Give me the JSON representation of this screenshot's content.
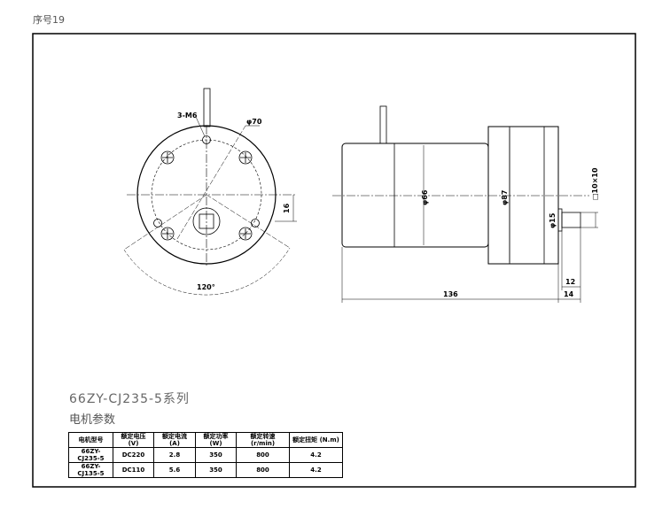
{
  "serial_label": "序号19",
  "series_title": "66ZY-CJ235-5系列",
  "params_title": "电机参数",
  "dimensions": {
    "front": {
      "holes": "3-M6",
      "bolt_circle": "φ70",
      "offset": "16",
      "angle": "120°"
    },
    "side": {
      "body_dia": "φ66",
      "gearbox_dia": "φ87",
      "shaft_square": "□10×10",
      "boss_dia": "φ15",
      "length": "136",
      "shaft_len": "12",
      "shaft_total": "14"
    }
  },
  "table": {
    "headers": [
      "电机型号",
      "额定电压 (V)",
      "额定电流 (A)",
      "额定功率 (W)",
      "额定转速 (r/min)",
      "额定扭矩 (N.m)"
    ],
    "rows": [
      [
        "66ZY-CJ235-5",
        "DC220",
        "2.8",
        "350",
        "800",
        "4.2"
      ],
      [
        "66ZY-CJ135-5",
        "DC110",
        "5.6",
        "350",
        "800",
        "4.2"
      ]
    ]
  }
}
